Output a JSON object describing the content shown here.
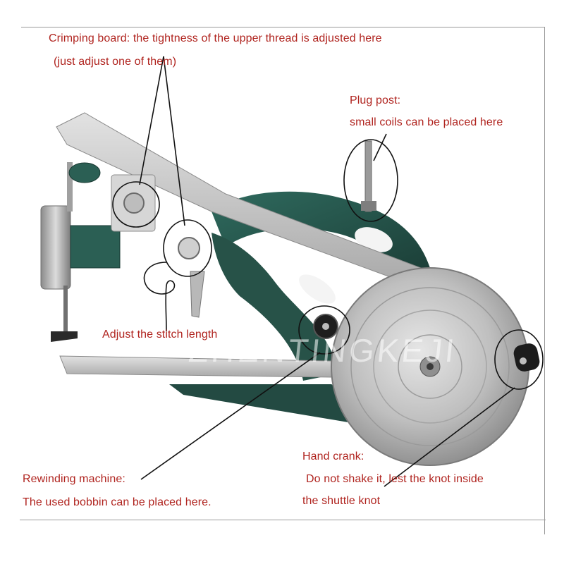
{
  "colors": {
    "label_text": "#b0241f",
    "machine_frame": "#245048",
    "metal": "#c9c9c9",
    "annotation_ink": "#111111"
  },
  "watermark": "ZHENTINGKEJI",
  "annotations": {
    "crimping_board": {
      "line1": "Crimping board: the tightness of the upper thread is adjusted here",
      "line2": "(just adjust one of them)"
    },
    "plug_post": {
      "line1": "Plug post:",
      "line2": "small coils can be placed here"
    },
    "stitch_length": {
      "line1": "Adjust the stitch length"
    },
    "rewinding_machine": {
      "line1": "Rewinding machine:",
      "line2": "The used bobbin can be placed here."
    },
    "hand_crank": {
      "line1": "Hand crank:",
      "line2": "Do not shake it, lest the knot inside",
      "line3": "the shuttle knot"
    }
  }
}
